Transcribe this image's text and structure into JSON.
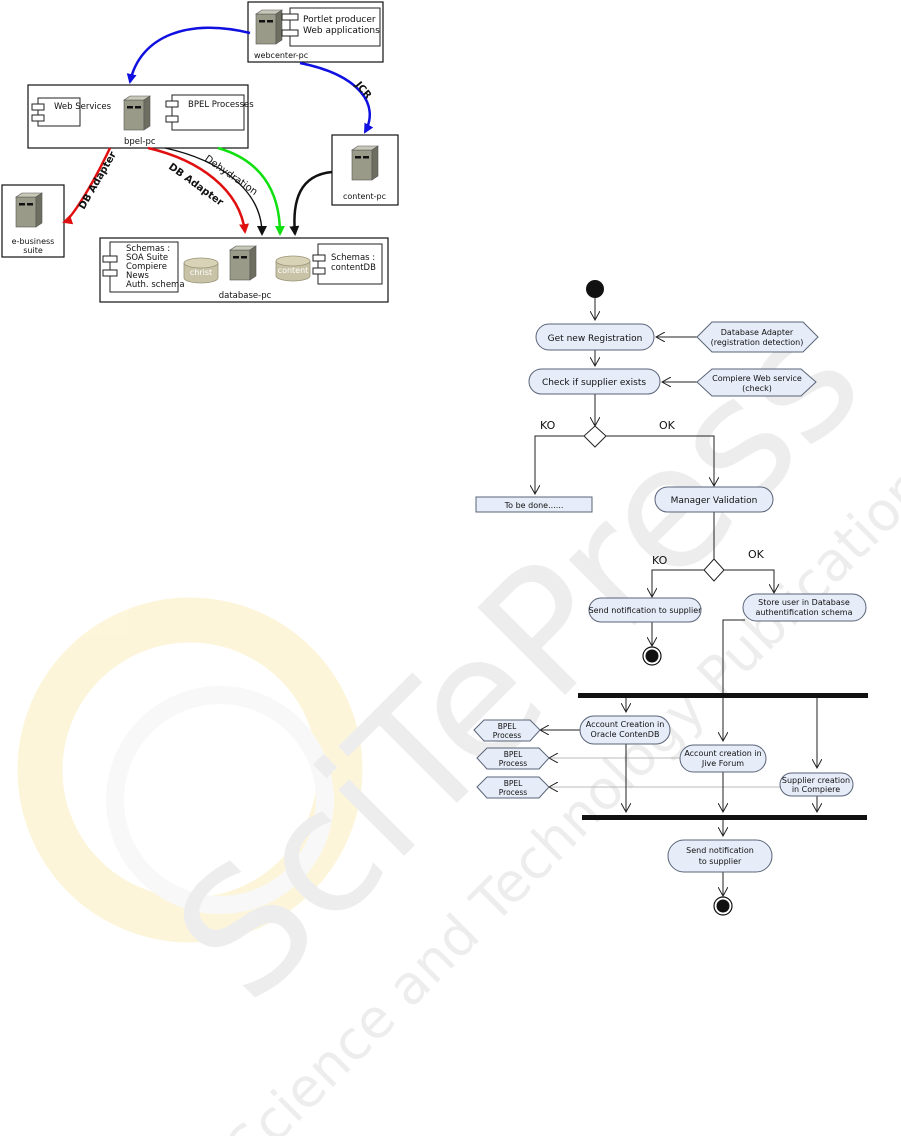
{
  "deployment": {
    "webcenter": {
      "host": "webcenter-pc",
      "components": [
        "Portlet producer",
        "Web applications"
      ]
    },
    "bpel": {
      "host": "bpel-pc",
      "components": [
        "Web Services",
        "BPEL Processes"
      ]
    },
    "content": {
      "host": "content-pc"
    },
    "ebusiness": {
      "host_line1": "e-business",
      "host_line2": "suite"
    },
    "database": {
      "host": "database-pc",
      "schemas_left": [
        "Schemas :",
        "SOA Suite",
        "Compiere",
        "News",
        "Auth. schema"
      ],
      "db_christ": "christ",
      "db_content": "content",
      "schemas_right": [
        "Schemas :",
        "contentDB"
      ]
    },
    "edges": {
      "jcr": "JCR",
      "db_adapter_left": "DB Adapter",
      "db_adapter_right": "DB Adapter",
      "dehydration": "Dehydration"
    },
    "colors": {
      "blue": "#1010e0",
      "red": "#e01010",
      "green": "#10e010",
      "black": "#111111"
    }
  },
  "activity": {
    "get_registration": "Get new Registration",
    "db_adapter_line1": "Database Adapter",
    "db_adapter_line2": "(registration detection)",
    "check_supplier": "Check if supplier exists",
    "compiere_ws_line1": "Compiere Web service",
    "compiere_ws_line2": "(check)",
    "ko1": "KO",
    "ok1": "OK",
    "to_be_done": "To be done......",
    "manager_validation": "Manager Validation",
    "ko2": "KO",
    "ok2": "OK",
    "send_notification": "Send notification to supplier",
    "store_user_line1": "Store user in Database",
    "store_user_line2": "authentification schema",
    "account_contendb_line1": "Account Creation in",
    "account_contendb_line2": "Oracle ContenDB",
    "account_jive_line1": "Account creation in",
    "account_jive_line2": "Jive Forum",
    "supplier_compiere_line1": "Supplier creation",
    "supplier_compiere_line2": "in Compiere",
    "bpel1_line1": "BPEL",
    "bpel1_line2": "Process",
    "bpel2_line1": "BPEL",
    "bpel2_line2": "Process",
    "bpel3_line1": "BPEL",
    "bpel3_line2": "Process",
    "final_notify_line1": "Send notification",
    "final_notify_line2": "to supplier",
    "colors": {
      "action_fill": "#e6ecf8",
      "action_stroke": "#5a6478"
    }
  }
}
